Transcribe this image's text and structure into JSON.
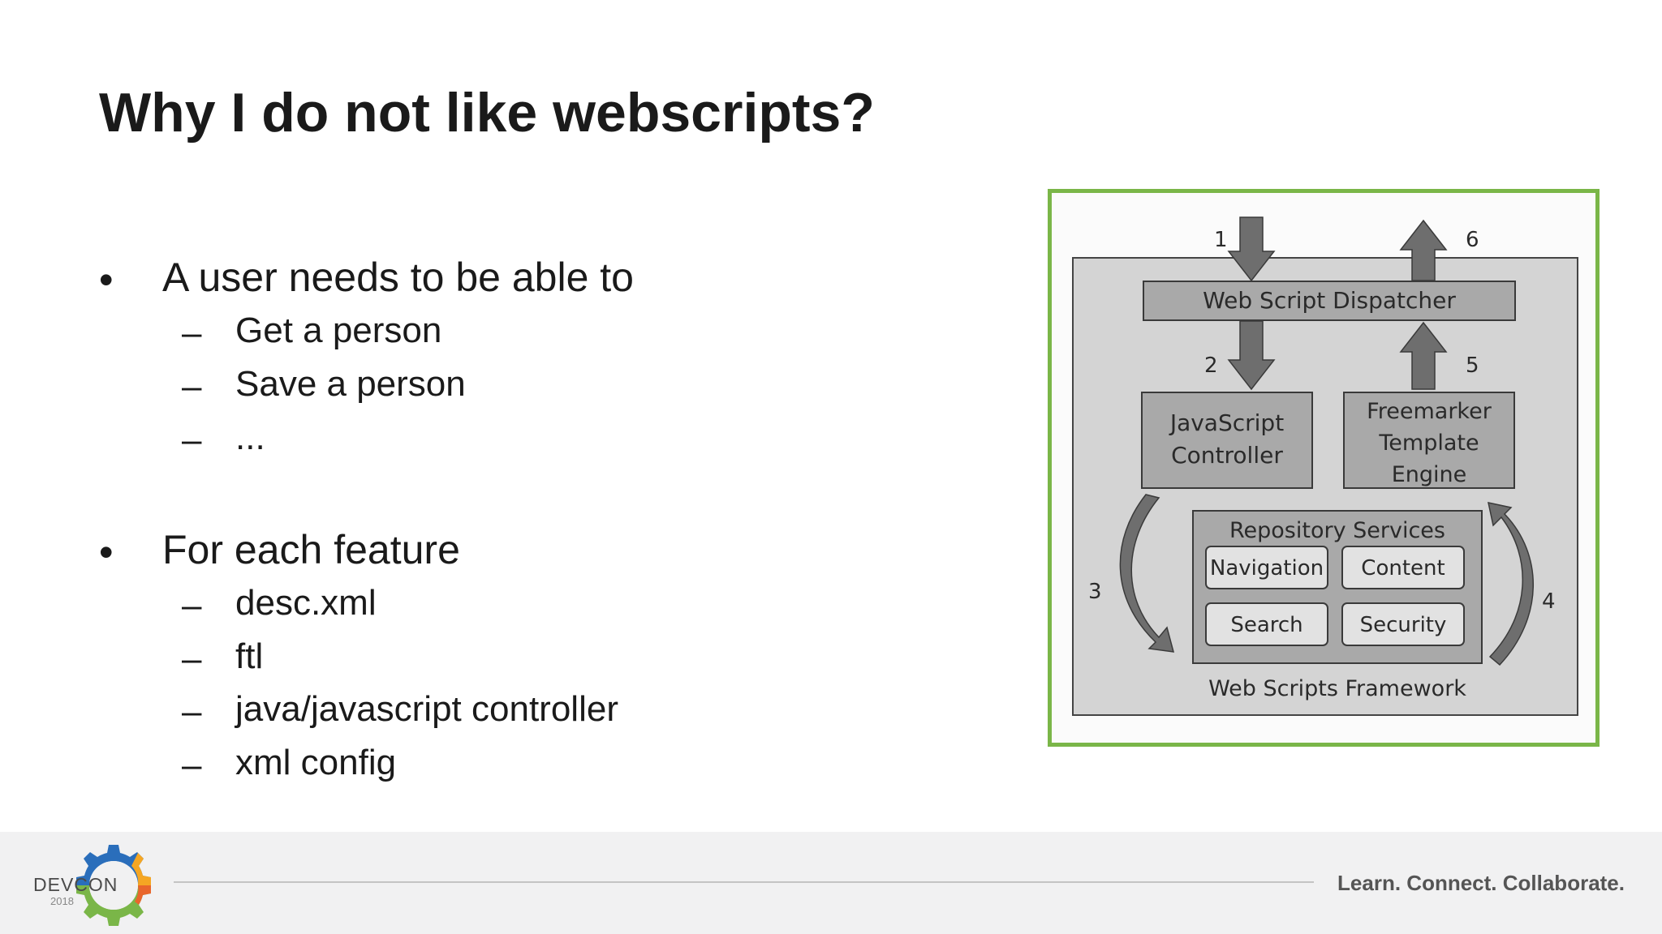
{
  "slide": {
    "title": "Why I do not like webscripts?"
  },
  "bullets": [
    {
      "text": "A user needs to be able to",
      "marker": "•",
      "children": [
        {
          "marker": "–",
          "text": "Get a person"
        },
        {
          "marker": "–",
          "text": "Save a person"
        },
        {
          "marker": "–",
          "text": "..."
        }
      ]
    },
    {
      "text": "For each feature",
      "marker": "•",
      "children": [
        {
          "marker": "–",
          "text": "desc.xml"
        },
        {
          "marker": "–",
          "text": "ftl"
        },
        {
          "marker": "–",
          "text": "java/javascript controller"
        },
        {
          "marker": "–",
          "text": "xml config"
        }
      ]
    }
  ],
  "diagram": {
    "border_color": "#7ab648",
    "dispatcher": "Web Script Dispatcher",
    "js_controller": [
      "JavaScript",
      "Controller"
    ],
    "freemarker": [
      "Freemarker",
      "Template",
      "Engine"
    ],
    "repository": "Repository Services",
    "services": [
      "Navigation",
      "Content",
      "Search",
      "Security"
    ],
    "framework": "Web Scripts Framework",
    "steps": [
      "1",
      "2",
      "3",
      "4",
      "5",
      "6"
    ]
  },
  "footer": {
    "logo_text": "DEVCON",
    "logo_year": "2018",
    "tagline": "Learn. Connect. Collaborate.",
    "logo_colors": [
      "#2a6ebb",
      "#7ab648",
      "#f5a623",
      "#e9662c"
    ]
  }
}
